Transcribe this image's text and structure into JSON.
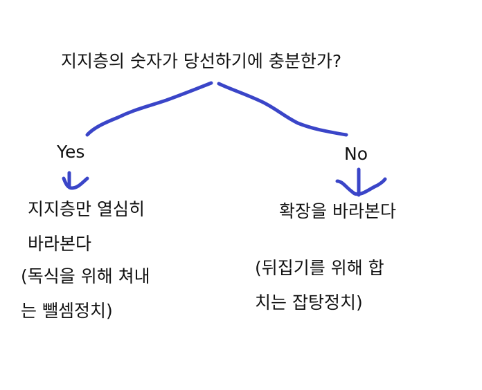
{
  "question": "지지층의 숫자가 당선하기에 충분한가?",
  "yes": {
    "label": "Yes",
    "line1": "지지층만 열심히",
    "line2": "바라본다",
    "note1": "(독식을 위해 쳐내",
    "note2": "는 뺄셈정치)"
  },
  "no": {
    "label": "No",
    "line1": "확장을 바라본다",
    "note1": "(뒤집기를 위해 합",
    "note2": "치는 잡탕정치)"
  },
  "colors": {
    "stroke": "#3a45c8",
    "text": "#111111"
  }
}
